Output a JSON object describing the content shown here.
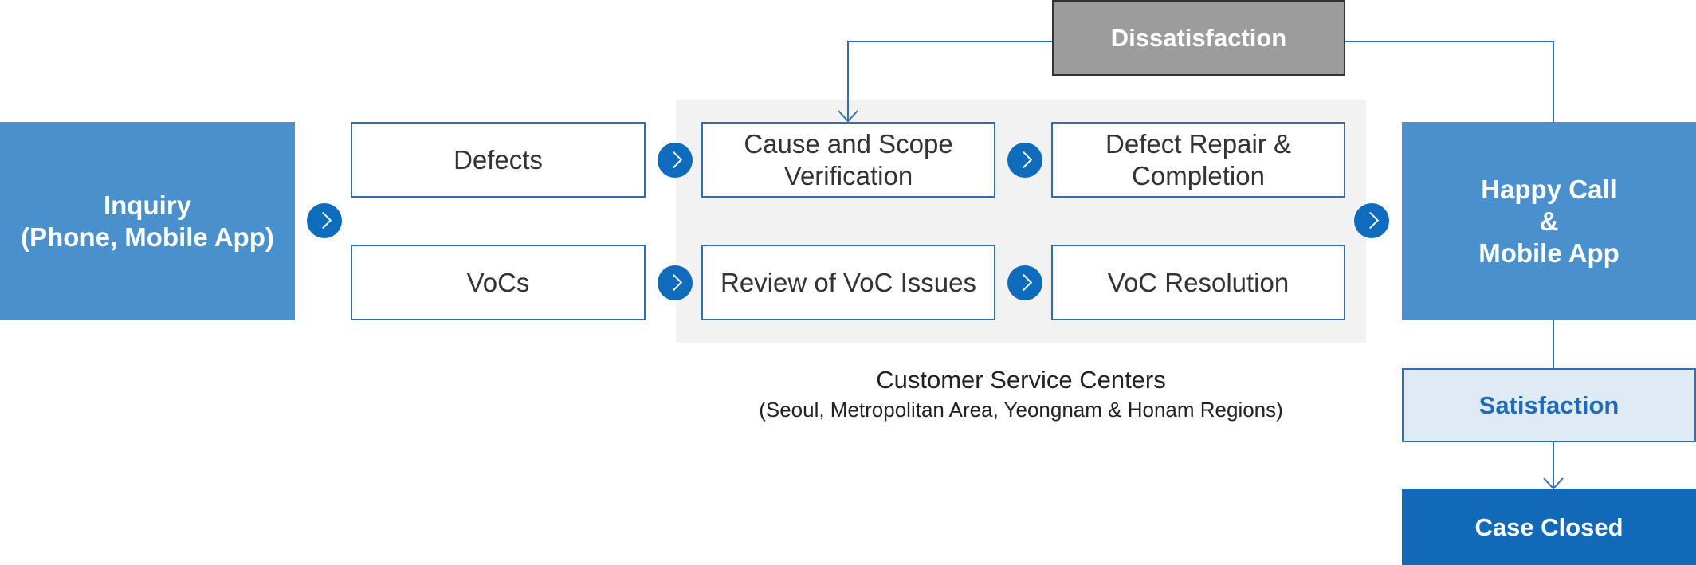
{
  "nodes": {
    "inquiry": [
      "Inquiry",
      "(Phone, Mobile App)"
    ],
    "defects": "Defects",
    "vocs": "VoCs",
    "cause_scope": [
      "Cause and Scope",
      "Verification"
    ],
    "defect_repair": [
      "Defect Repair &",
      "Completion"
    ],
    "review_voc": "Review of VoC Issues",
    "voc_resolution": "VoC Resolution",
    "happy_call": [
      "Happy Call",
      "&",
      "Mobile App"
    ],
    "dissatisfaction": "Dissatisfaction",
    "satisfaction": "Satisfaction",
    "case_closed": "Case Closed"
  },
  "caption": {
    "title": "Customer Service Centers",
    "subtitle": "(Seoul, Metropolitan Area, Yeongnam & Honam Regions)"
  },
  "colors": {
    "primary_box": "#4a90cc",
    "outline": "#2f6fb0",
    "arrow_circle": "#0f6cbd",
    "case_closed": "#1169b8",
    "dissatisfaction": "#9c9c9c",
    "satisfaction_bg": "#dfeaf5",
    "panel_bg": "#f2f2f2"
  },
  "icons": {
    "step_arrow": "chevron-right-icon",
    "flow_arrow": "arrow-down-icon"
  }
}
